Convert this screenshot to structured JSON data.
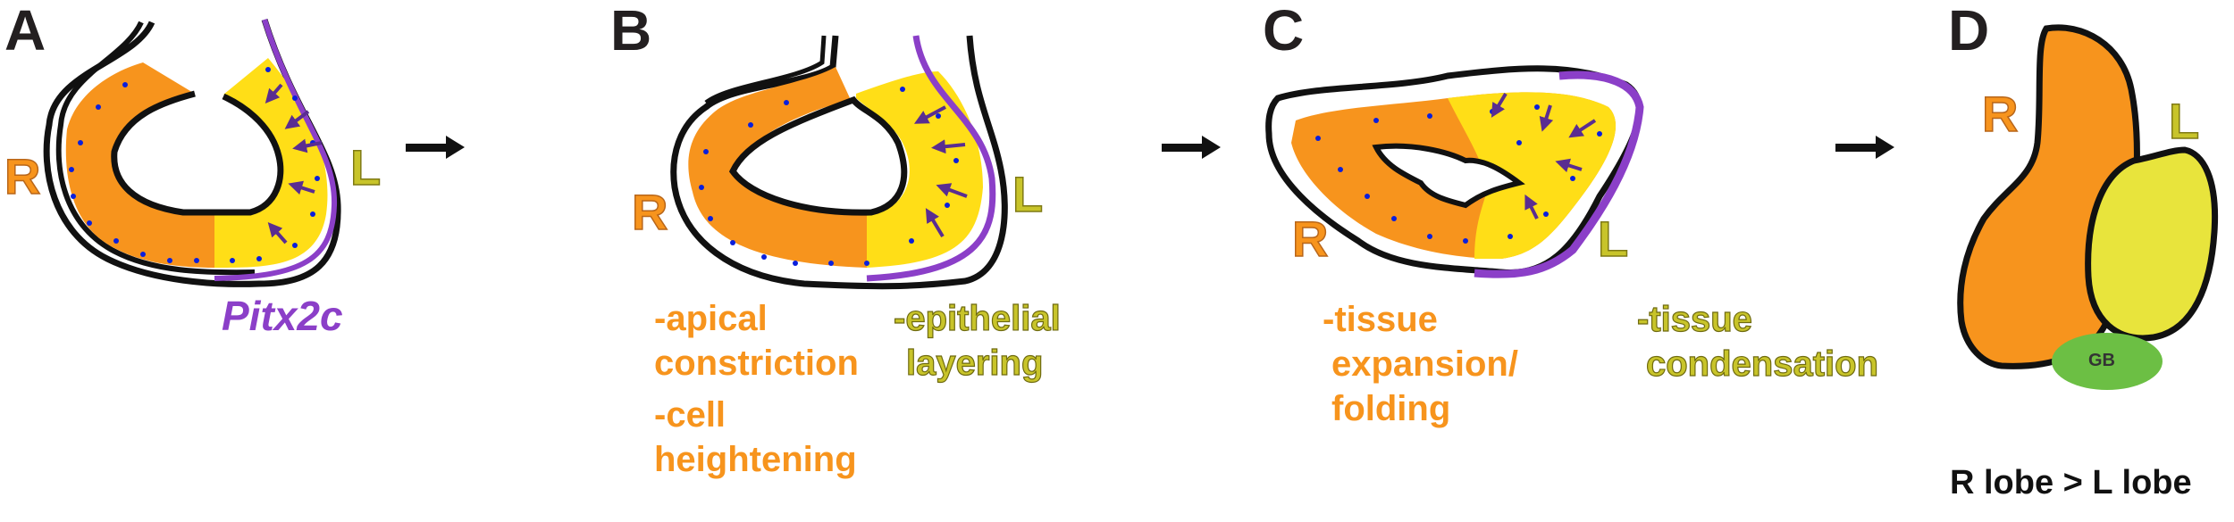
{
  "figure": {
    "colors": {
      "right_tissue": "#f7941d",
      "left_tissue": "#ffde17",
      "pitx2c": "#8b3fc8",
      "nuclei": "#0a1fdc",
      "outline": "#111111",
      "left_label": "#c8c42a",
      "gallbladder": "#6cbf44",
      "left_lobe": "#e8e43c"
    },
    "arrow_icon": "right-arrow",
    "panels": [
      {
        "letter": "A",
        "right_label": "R",
        "left_label": "L",
        "marker": "Pitx2c"
      },
      {
        "letter": "B",
        "right_label": "R",
        "left_label": "L",
        "right_captions": [
          "-apical",
          "constriction",
          "-cell",
          "heightening"
        ],
        "left_captions": [
          "-epithelial",
          "layering"
        ]
      },
      {
        "letter": "C",
        "right_label": "R",
        "left_label": "L",
        "right_captions": [
          "-tissue",
          "expansion/",
          "folding"
        ],
        "left_captions": [
          "-tissue",
          "condensation"
        ]
      },
      {
        "letter": "D",
        "right_label": "R",
        "left_label": "L",
        "gallbladder_label": "GB",
        "conclusion": "R lobe > L lobe"
      }
    ]
  }
}
